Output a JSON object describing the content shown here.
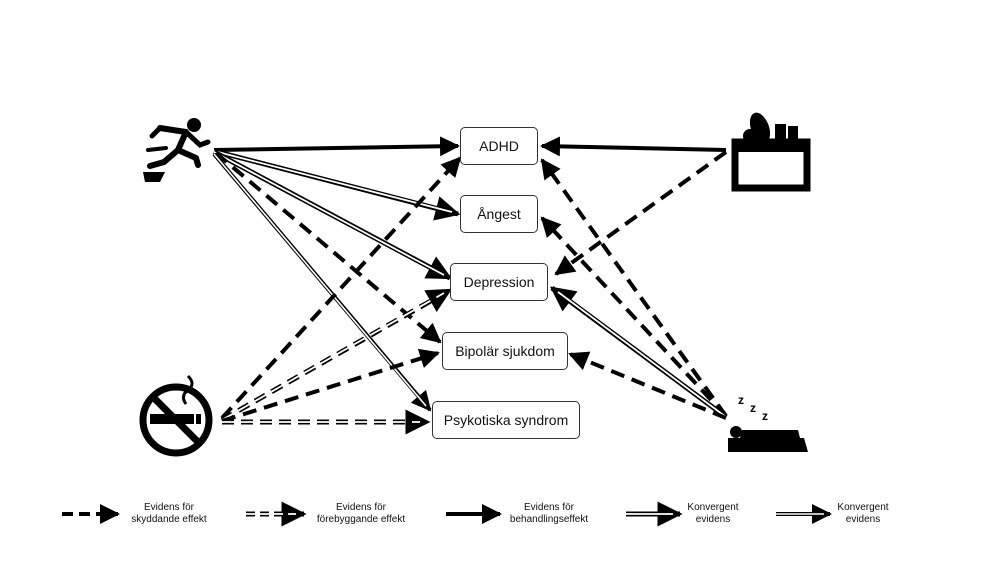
{
  "nodes": {
    "adhd": "ADHD",
    "angest": "Ångest",
    "depression": "Depression",
    "bipolar": "Bipolär sjukdom",
    "psykotiska": "Psykotiska syndrom"
  },
  "icons": {
    "left_top": "running-person-icon",
    "left_bottom": "no-smoking-icon",
    "right_top": "grocery-box-icon",
    "right_bottom": "sleeping-person-icon"
  },
  "legend": [
    {
      "style": "thick-dashed",
      "line1": "Evidens för",
      "line2": "skyddande effekt"
    },
    {
      "style": "double-dashed",
      "line1": "Evidens för",
      "line2": "förebyggande effekt"
    },
    {
      "style": "thick-solid",
      "line1": "Evidens för",
      "line2": "behandlingseffekt"
    },
    {
      "style": "double-solid",
      "line1": "Konvergent",
      "line2": "evidens"
    },
    {
      "style": "thin-double-solid",
      "line1": "Konvergent",
      "line2": "evidens"
    }
  ]
}
